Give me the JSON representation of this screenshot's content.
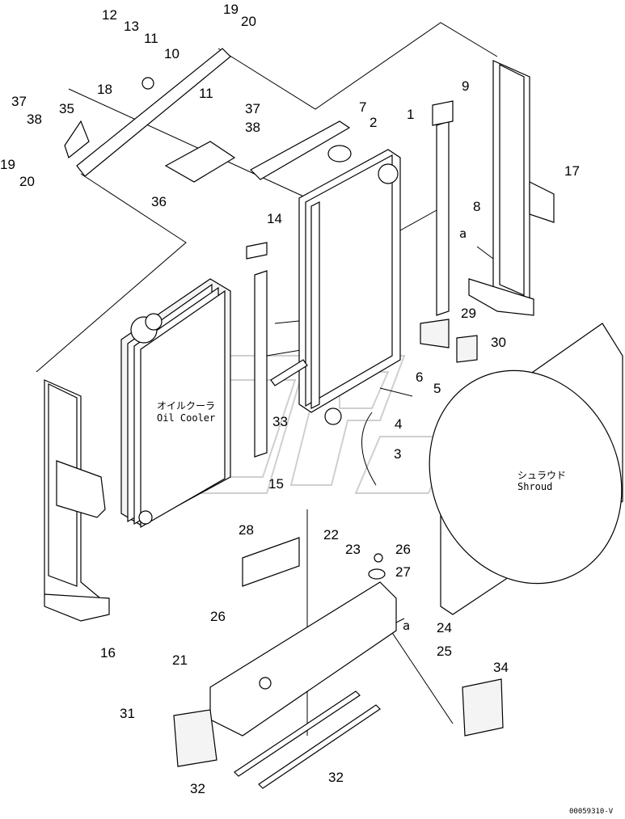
{
  "labels": {
    "oil_cooler_jp": "オイルクーラ",
    "oil_cooler_en": "Oil Cooler",
    "shroud_jp": "シュラウド",
    "shroud_en": "Shroud",
    "ref_a_top": "a",
    "ref_a_bottom": "a"
  },
  "drawing_code": "00059310-V",
  "callouts": {
    "c1": "1",
    "c2": "2",
    "c3": "3",
    "c4": "4",
    "c5": "5",
    "c6": "6",
    "c7": "7",
    "c8": "8",
    "c9": "9",
    "c10": "10",
    "c11a": "11",
    "c11b": "11",
    "c12": "12",
    "c13": "13",
    "c14": "14",
    "c15": "15",
    "c16": "16",
    "c17": "17",
    "c18": "18",
    "c19a": "19",
    "c19b": "19",
    "c20a": "20",
    "c20b": "20",
    "c21": "21",
    "c22": "22",
    "c23": "23",
    "c24": "24",
    "c25": "25",
    "c26a": "26",
    "c26b": "26",
    "c27": "27",
    "c28": "28",
    "c29": "29",
    "c30": "30",
    "c31": "31",
    "c32a": "32",
    "c32b": "32",
    "c33": "33",
    "c34": "34",
    "c35": "35",
    "c36": "36",
    "c37a": "37",
    "c37b": "37",
    "c38a": "38",
    "c38b": "38"
  }
}
